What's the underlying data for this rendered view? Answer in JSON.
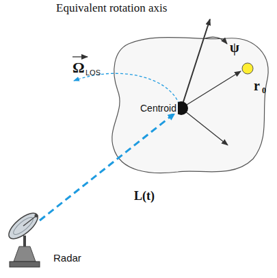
{
  "diagram": {
    "labels": [
      "Equivalent rotation axis",
      "ψ",
      "Ω",
      "LOS",
      "Centroid",
      "r",
      "0",
      "L(t)",
      "Radar"
    ]
  }
}
